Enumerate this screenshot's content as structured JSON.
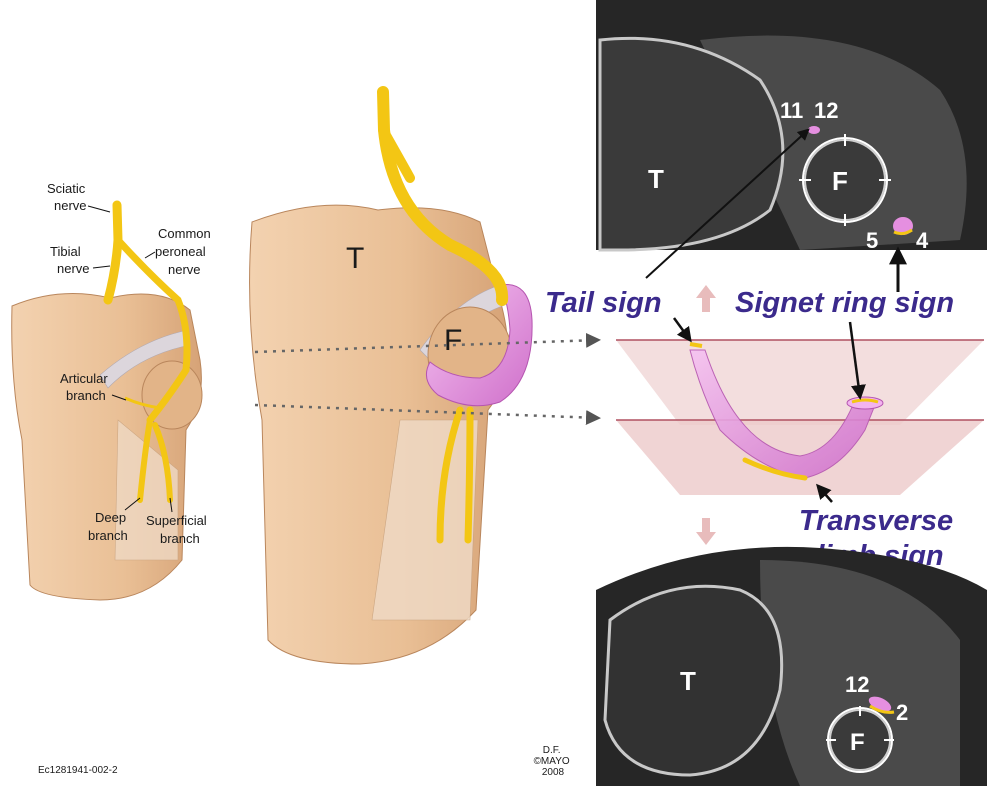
{
  "left_illustration": {
    "sciatic": [
      "Sciatic",
      "nerve"
    ],
    "tibial": [
      "Tibial",
      "nerve"
    ],
    "common_peroneal": [
      "Common",
      "peroneal",
      "nerve"
    ],
    "articular": [
      "Articular",
      "branch"
    ],
    "deep": [
      "Deep",
      "branch"
    ],
    "superficial": [
      "Superficial",
      "branch"
    ]
  },
  "middle_illustration": {
    "tibia": "T",
    "fibula": "F"
  },
  "mri_top": {
    "tibia": "T",
    "fibula": "F",
    "clock_a": "11",
    "clock_b": "12",
    "clock_c": "5",
    "clock_d": "4"
  },
  "mri_bottom": {
    "tibia": "T",
    "fibula": "F",
    "clock_a": "12",
    "clock_b": "2"
  },
  "signs": {
    "tail": "Tail sign",
    "signet": "Signet ring sign",
    "transverse": [
      "Transverse",
      "limb sign"
    ]
  },
  "footer": {
    "code": "Ec1281941-002-2",
    "credit": [
      "D.F.",
      "©MAYO",
      "2008"
    ]
  },
  "colors": {
    "bone": "#e9bf95",
    "nerve": "#f3c614",
    "cyst": "#e58fe0",
    "sign_text": "#3b2a8c",
    "mri_bg": "#2b2b2b"
  }
}
